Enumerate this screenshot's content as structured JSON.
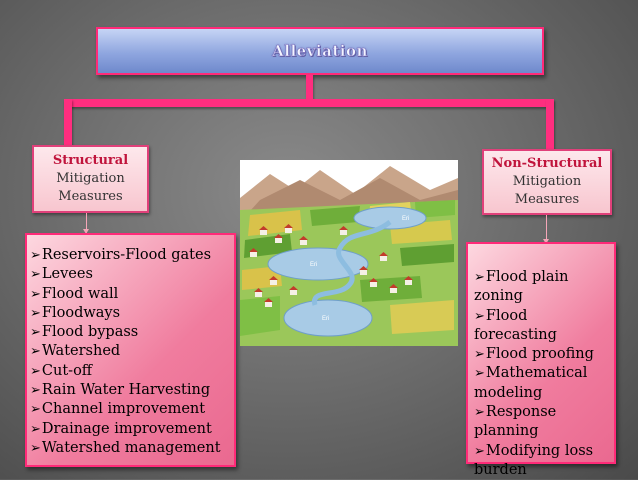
{
  "title": "Alleviation",
  "structural": {
    "title": "Structural",
    "subtitle": "Mitigation Measures",
    "items": [
      "Reservoirs-Flood gates",
      "Levees",
      "Flood wall",
      "Floodways",
      "Flood bypass",
      "Watershed",
      "Cut-off",
      "Rain Water Harvesting",
      "Channel improvement",
      "Drainage improvement",
      "Watershed management"
    ]
  },
  "non_structural": {
    "title": "Non-Structural",
    "subtitle": "Mitigation Measures",
    "items": [
      "Flood plain zoning",
      "Flood forecasting",
      "Flood proofing",
      "Mathematical modeling",
      "Response planning",
      "Modifying loss burden"
    ]
  },
  "illustration": {
    "labels": [
      "Eri",
      "Eri",
      "Eri"
    ]
  },
  "colors": {
    "accent": "#ff2e7f",
    "title_box": "#8fa6df",
    "category_title": "#c0143c",
    "list_box": "#f07c9e"
  }
}
